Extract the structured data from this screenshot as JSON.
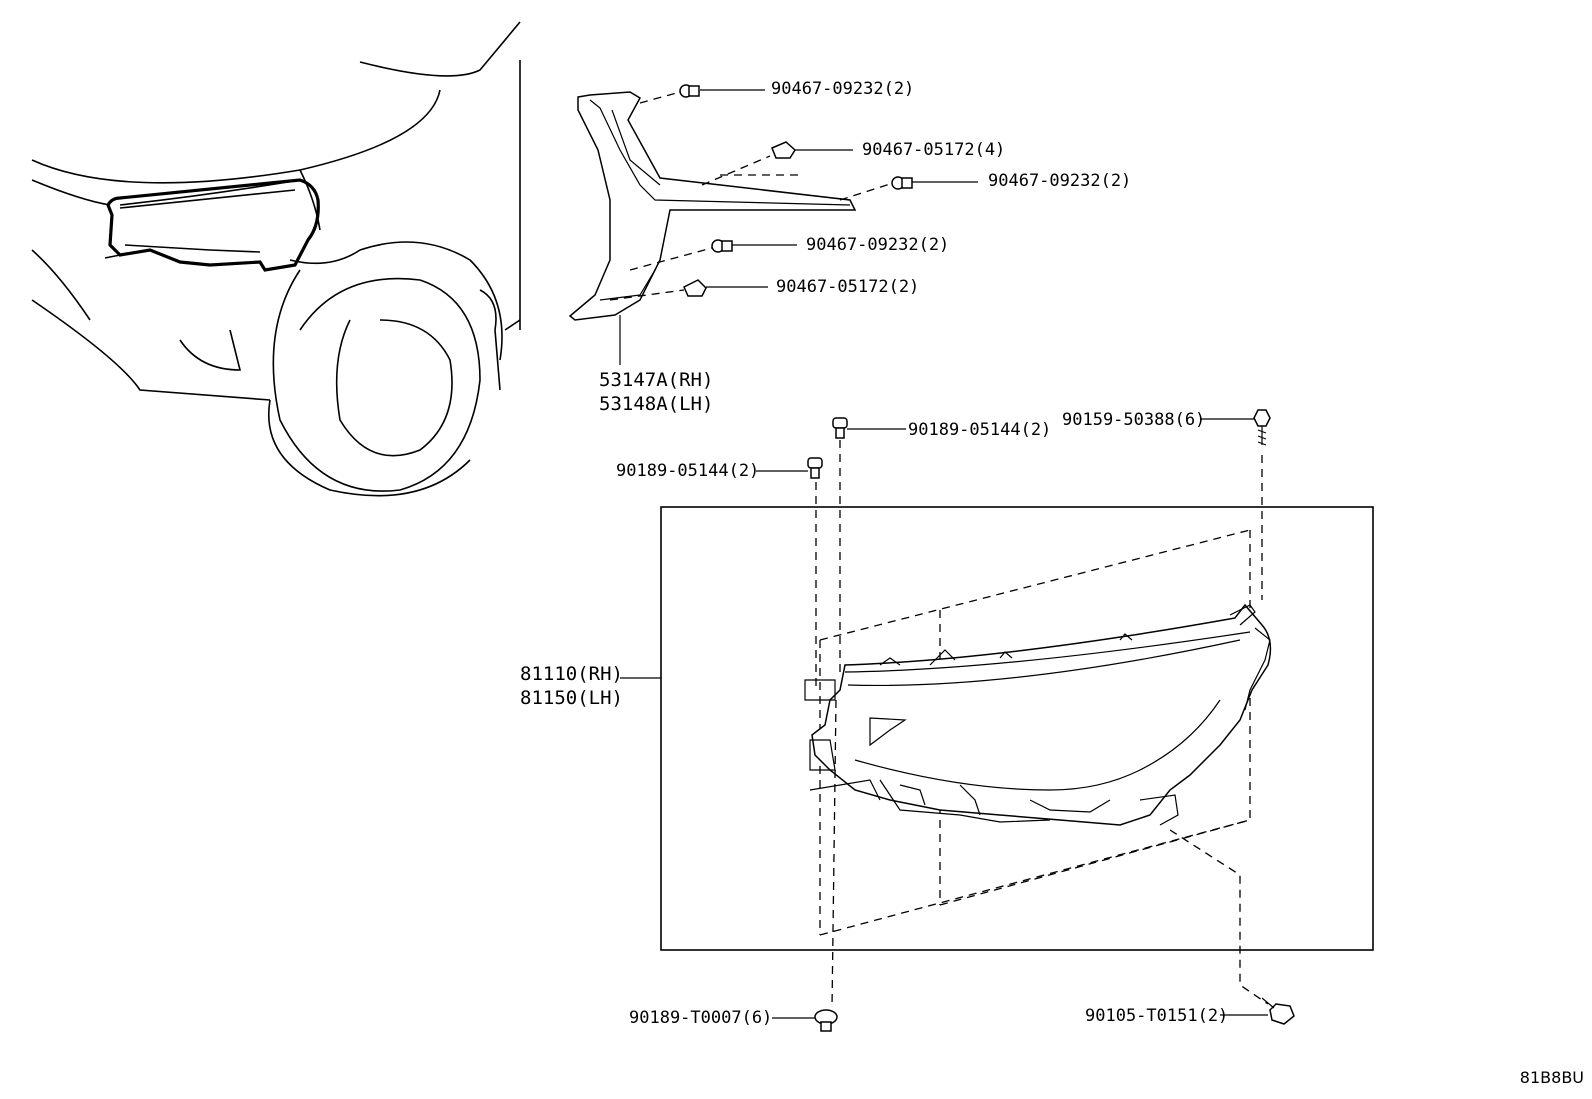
{
  "labels": {
    "p_90467_09232_top": "90467-09232(2)",
    "p_90467_05172_4": "90467-05172(4)",
    "p_90467_09232_right": "90467-09232(2)",
    "p_90467_09232_mid": "90467-09232(2)",
    "p_90467_05172_2": "90467-05172(2)",
    "p_53147A": "53147A(RH)",
    "p_53148A": "53148A(LH)",
    "p_90189_05144_top": "90189-05144(2)",
    "p_90159_50388": "90159-50388(6)",
    "p_90189_05144_left": "90189-05144(2)",
    "p_81110": "81110(RH)",
    "p_81150": "81150(LH)",
    "p_90189_T0007": "90189-T0007(6)",
    "p_90105_T0151": "90105-T0151(2)"
  },
  "diagram_code": "81B8BU"
}
